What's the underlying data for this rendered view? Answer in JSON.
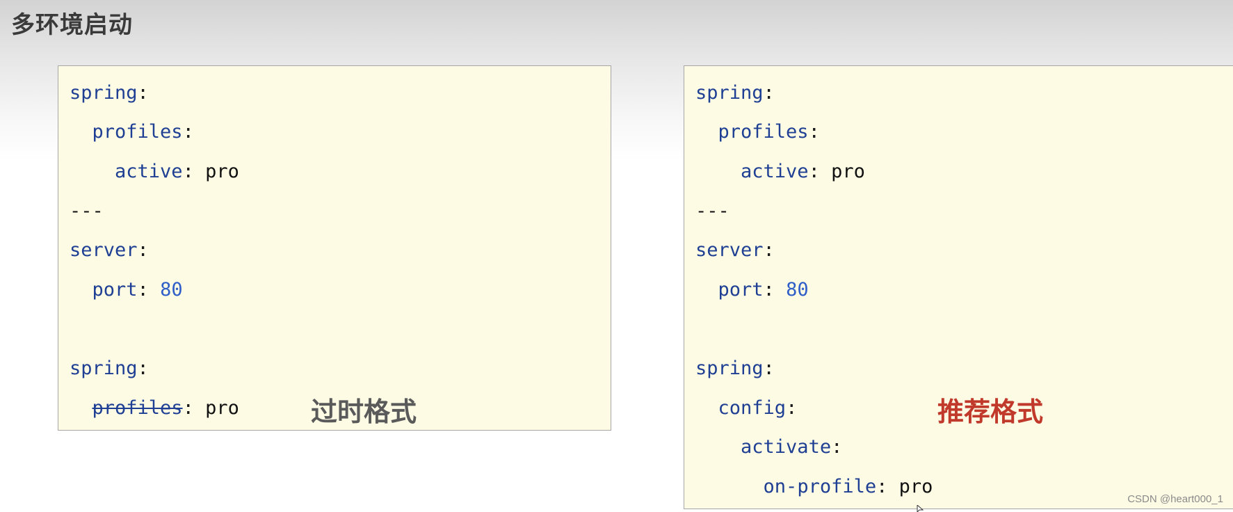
{
  "page": {
    "title": "多环境启动"
  },
  "left_panel": {
    "lines": [
      "spring",
      "profiles",
      "active",
      "pro",
      "---",
      "server",
      "port",
      "80",
      "spring",
      "profiles",
      "pro"
    ],
    "label": "过时格式"
  },
  "right_panel": {
    "lines": [
      "spring",
      "profiles",
      "active",
      "pro",
      "---",
      "server",
      "port",
      "80",
      "spring",
      "config",
      "activate",
      "on-profile",
      "pro"
    ],
    "label": "推荐格式"
  },
  "watermark": "CSDN @heart000_1",
  "colors": {
    "key": "#1e3f93",
    "number": "#2f5ec8",
    "label_old": "#5a5a5a",
    "label_new": "#c0392b",
    "panel_bg": "#fdfbe4"
  }
}
